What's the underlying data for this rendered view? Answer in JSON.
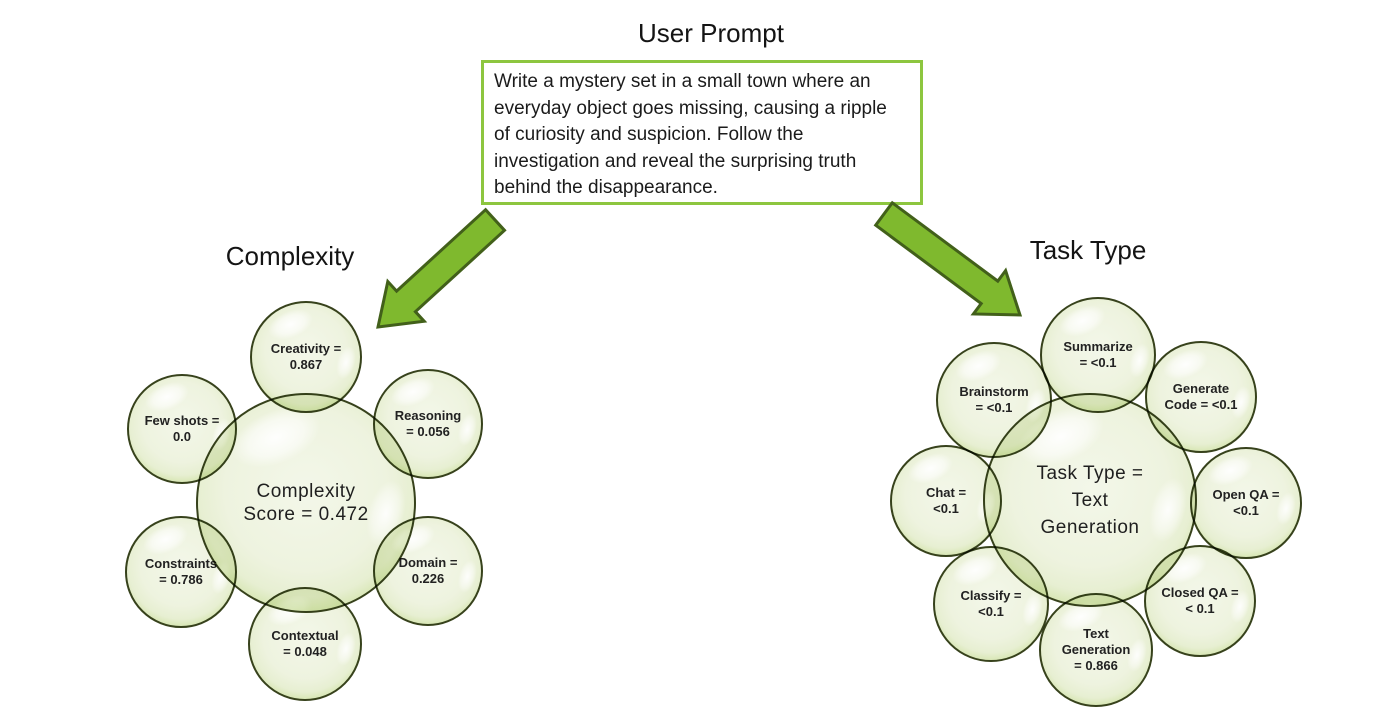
{
  "prompt": {
    "title": "User Prompt",
    "lines": [
      "Write a mystery set in a small town where an",
      "everyday object goes missing, causing a ripple",
      "of curiosity and suspicion. Follow the",
      "investigation and reveal the surprising truth",
      "behind the disappearance."
    ],
    "border_color": "#8dc63f"
  },
  "colors": {
    "arrow_fill": "#7fb92e",
    "arrow_stroke": "#42601a",
    "bubble_inner": "#eff4e3",
    "bubble_rim": "#98c251",
    "bubble_outline": "#37421c",
    "text": "#1f1f1f"
  },
  "diagrams": [
    {
      "id": "complexity",
      "title": "Complexity",
      "center": {
        "id": "complexity-score",
        "metric": "Complexity Score",
        "value": "0.472",
        "lines": [
          "Complexity",
          "Score = 0.472"
        ]
      },
      "bubbles": [
        {
          "id": "creativity",
          "metric": "Creativity",
          "value": "0.867",
          "lines": [
            "Creativity =",
            "0.867"
          ]
        },
        {
          "id": "few-shots",
          "metric": "Few shots",
          "value": "0.0",
          "lines": [
            "Few shots =",
            "0.0"
          ]
        },
        {
          "id": "reasoning",
          "metric": "Reasoning",
          "value": "0.056",
          "lines": [
            "Reasoning",
            "= 0.056"
          ]
        },
        {
          "id": "constraints",
          "metric": "Constraints",
          "value": "0.786",
          "lines": [
            "Constraints",
            "= 0.786"
          ]
        },
        {
          "id": "domain",
          "metric": "Domain",
          "value": "0.226",
          "lines": [
            "Domain =",
            "0.226"
          ]
        },
        {
          "id": "contextual",
          "metric": "Contextual",
          "value": "0.048",
          "lines": [
            "Contextual",
            "= 0.048"
          ]
        }
      ]
    },
    {
      "id": "task-type",
      "title": "Task Type",
      "center": {
        "id": "task-type-result",
        "metric": "Task Type",
        "value": "Text Generation",
        "lines": [
          "Task Type =",
          "Text",
          "Generation"
        ]
      },
      "bubbles": [
        {
          "id": "summarize",
          "metric": "Summarize",
          "value": "<0.1",
          "lines": [
            "Summarize",
            "= <0.1"
          ]
        },
        {
          "id": "brainstorm",
          "metric": "Brainstorm",
          "value": "<0.1",
          "lines": [
            "Brainstorm",
            "= <0.1"
          ]
        },
        {
          "id": "generate-code",
          "metric": "Generate Code",
          "value": "<0.1",
          "lines": [
            "Generate",
            "Code = <0.1"
          ]
        },
        {
          "id": "chat",
          "metric": "Chat",
          "value": "<0.1",
          "lines": [
            "Chat =",
            "<0.1"
          ]
        },
        {
          "id": "open-qa",
          "metric": "Open QA",
          "value": "<0.1",
          "lines": [
            "Open QA =",
            "<0.1"
          ]
        },
        {
          "id": "classify",
          "metric": "Classify",
          "value": "<0.1",
          "lines": [
            "Classify =",
            "<0.1"
          ]
        },
        {
          "id": "closed-qa",
          "metric": "Closed QA",
          "value": "< 0.1",
          "lines": [
            "Closed QA =",
            "< 0.1"
          ]
        },
        {
          "id": "text-generation",
          "metric": "Text Generation",
          "value": "0.866",
          "lines": [
            "Text",
            "Generation",
            "= 0.866"
          ]
        }
      ]
    }
  ]
}
